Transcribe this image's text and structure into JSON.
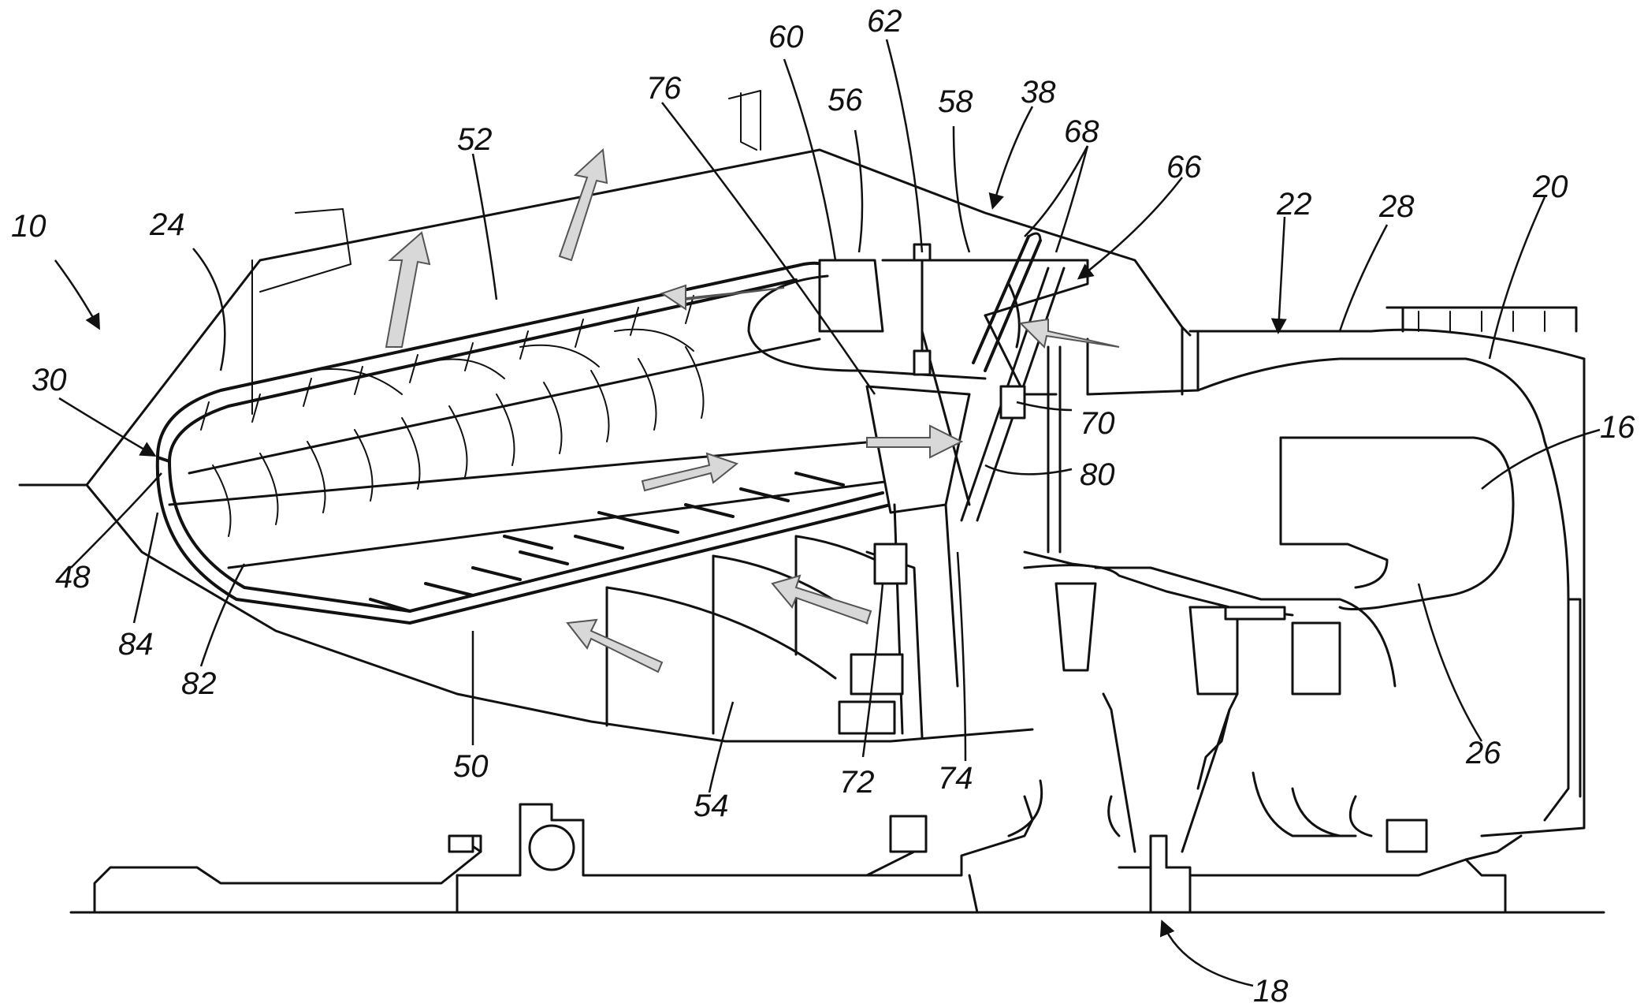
{
  "labels": {
    "l10": "10",
    "l24": "24",
    "l52": "52",
    "l76": "76",
    "l60": "60",
    "l62": "62",
    "l56": "56",
    "l58": "58",
    "l38": "38",
    "l68": "68",
    "l66": "66",
    "l22": "22",
    "l28": "28",
    "l20": "20",
    "l16": "16",
    "l70": "70",
    "l80": "80",
    "l30": "30",
    "l48": "48",
    "l84": "84",
    "l82": "82",
    "l50": "50",
    "l54": "54",
    "l72": "72",
    "l74": "74",
    "l26": "26",
    "l18": "18"
  },
  "colors": {
    "ink": "#111111",
    "flow_arrow": "#d8d8d8",
    "background": "#ffffff"
  }
}
